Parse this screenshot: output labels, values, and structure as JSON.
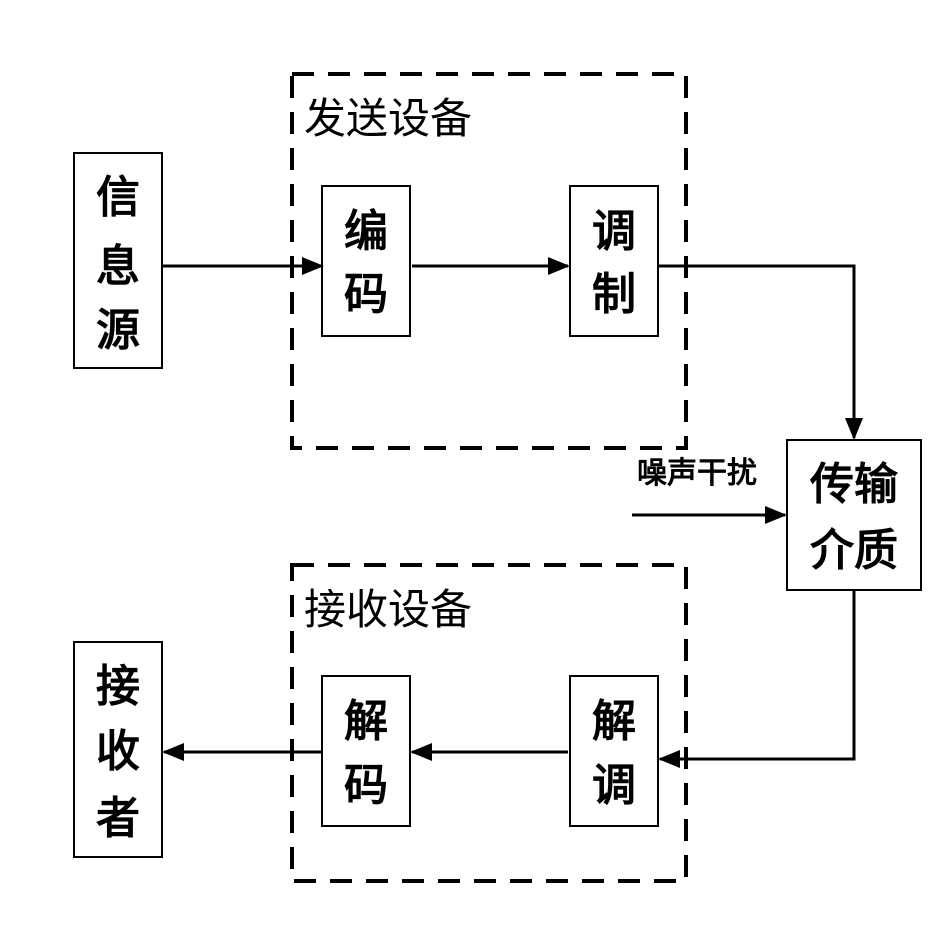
{
  "diagram": {
    "groups": {
      "sender": {
        "label": "发送设备"
      },
      "receiver": {
        "label": "接收设备"
      }
    },
    "nodes": {
      "source": {
        "label": "信息源",
        "lines": [
          "信",
          "息",
          "源"
        ]
      },
      "encode": {
        "label": "编码",
        "lines": [
          "编",
          "码"
        ]
      },
      "modulate": {
        "label": "调制",
        "lines": [
          "调",
          "制"
        ]
      },
      "medium": {
        "label": "传输介质",
        "lines": [
          "传输",
          "介质"
        ]
      },
      "demodulate": {
        "label": "解调",
        "lines": [
          "解",
          "调"
        ]
      },
      "decode": {
        "label": "解码",
        "lines": [
          "解",
          "码"
        ]
      },
      "receiver": {
        "label": "接收者",
        "lines": [
          "接",
          "收",
          "者"
        ]
      }
    },
    "noise": {
      "label": "噪声干扰"
    },
    "edges": [
      {
        "from": "source",
        "to": "encode"
      },
      {
        "from": "encode",
        "to": "modulate"
      },
      {
        "from": "modulate",
        "to": "medium"
      },
      {
        "from": "noise",
        "to": "medium"
      },
      {
        "from": "medium",
        "to": "demodulate"
      },
      {
        "from": "demodulate",
        "to": "decode"
      },
      {
        "from": "decode",
        "to": "receiver"
      }
    ],
    "colors": {
      "stroke": "#000000",
      "fill": "#ffffff"
    }
  }
}
